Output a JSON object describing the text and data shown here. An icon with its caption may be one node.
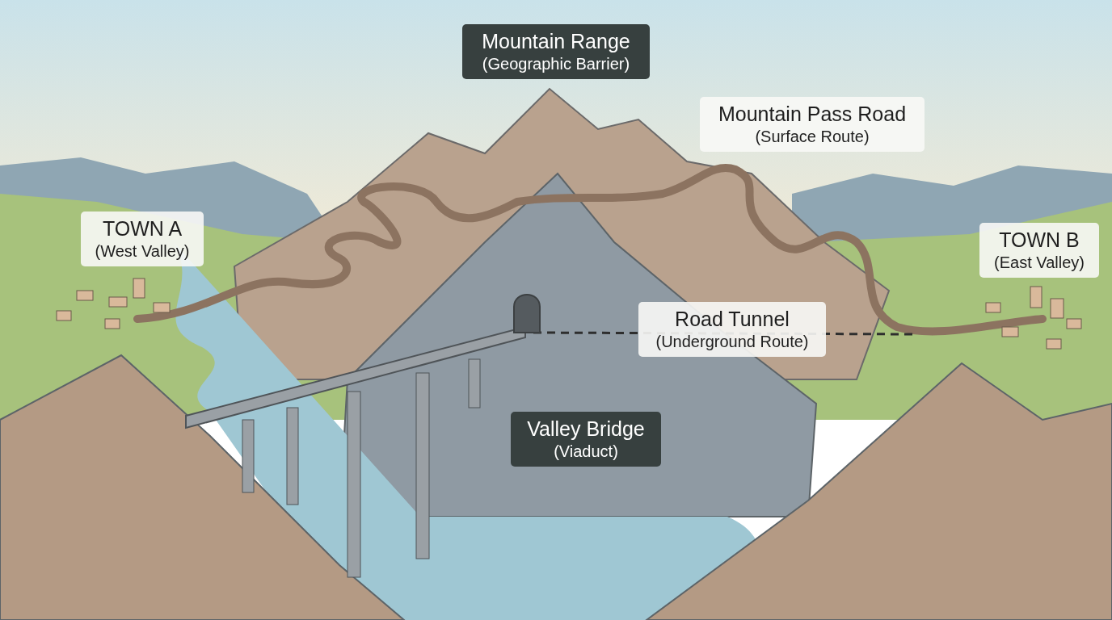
{
  "diagram": {
    "nodes": [
      {
        "text": [
          "Mountain Range",
          "(Geographic Barrier)"
        ]
      },
      {
        "text": [
          "Mountain Pass Road",
          "(Surface Route)"
        ]
      },
      {
        "text": [
          "TOWN A",
          "(West Valley)"
        ]
      },
      {
        "text": [
          "TOWN B",
          "(East Valley)"
        ]
      },
      {
        "text": [
          "Road Tunnel",
          "(Underground Route)"
        ]
      },
      {
        "text": [
          "Valley Bridge",
          "(Viaduct)"
        ]
      }
    ]
  }
}
